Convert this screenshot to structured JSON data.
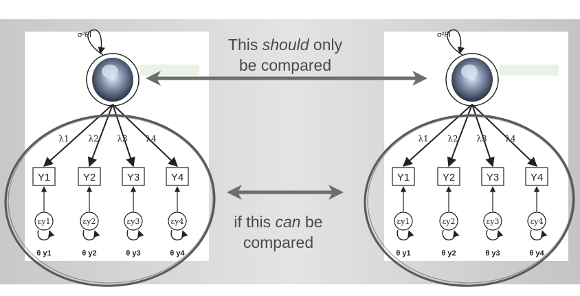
{
  "captions": {
    "top_prefix": "This ",
    "top_em": "should",
    "top_suffix": " only",
    "top_line2": "be compared",
    "bottom_prefix": "if this ",
    "bottom_em": "can",
    "bottom_suffix": " be",
    "bottom_line2": "compared"
  },
  "models": [
    {
      "factor_variance": "σ²FI",
      "loadings": [
        "λ1",
        "λ2",
        "λ3",
        "λ4"
      ],
      "indicators": [
        "Y1",
        "Y2",
        "Y3",
        "Y4"
      ],
      "errors": [
        "εy1",
        "εy2",
        "εy3",
        "εy4"
      ],
      "error_variances": [
        "θ y1",
        "θ y2",
        "θ y3",
        "θ y4"
      ]
    },
    {
      "factor_variance": "σ²FI",
      "loadings": [
        "λ1",
        "λ2",
        "λ3",
        "λ4"
      ],
      "indicators": [
        "Y1",
        "Y2",
        "Y3",
        "Y4"
      ],
      "errors": [
        "εy1",
        "εy2",
        "εy3",
        "εy4"
      ],
      "error_variances": [
        "θ y1",
        "θ y2",
        "θ y3",
        "θ y4"
      ]
    }
  ],
  "colors": {
    "arrow": "#6e6e6e",
    "ellipse": "#5a5a5a",
    "diagram_ink": "#222222",
    "caption": "#4a4a4a"
  }
}
